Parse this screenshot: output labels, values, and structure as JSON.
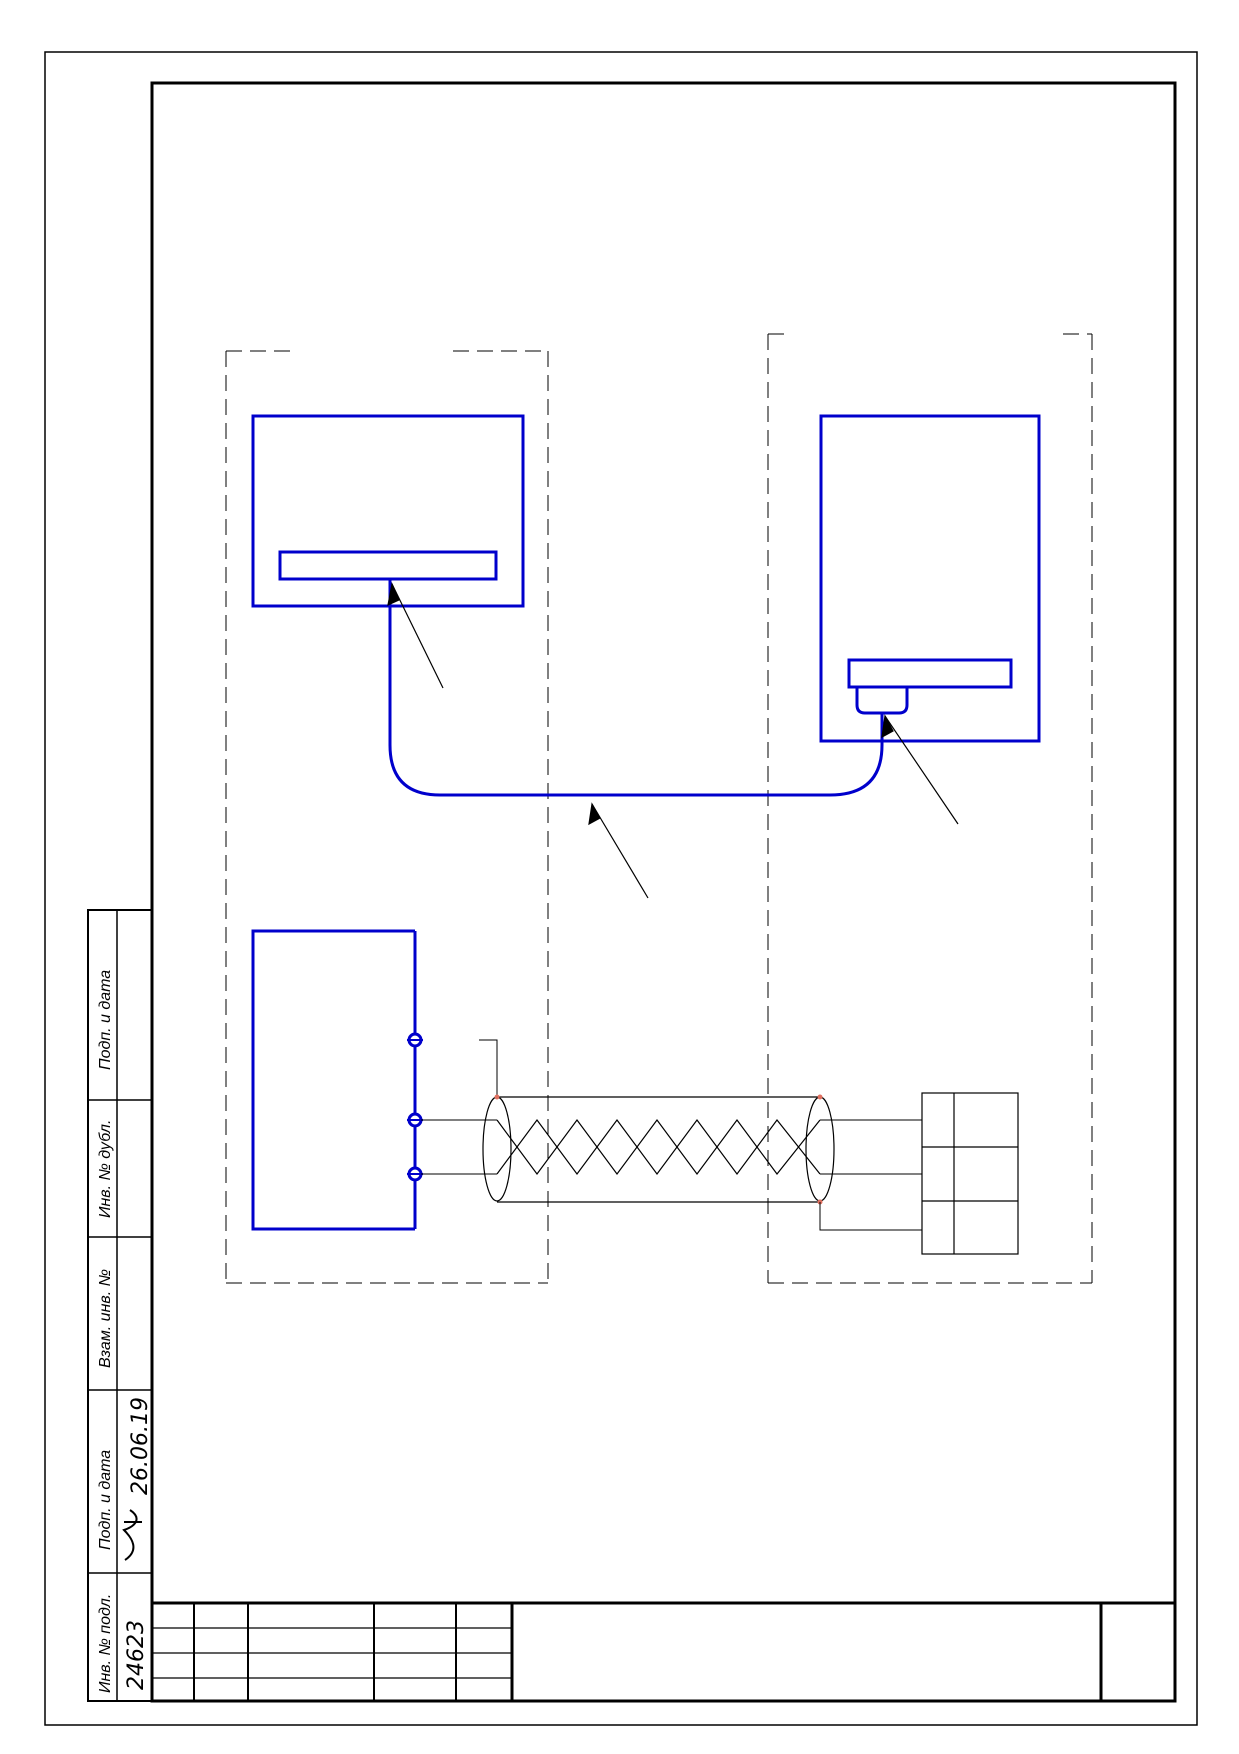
{
  "side_stamp": {
    "podp_i_data_top": "Подп. и дата",
    "inv_no_dubl": "Инв. № дубл.",
    "vzam_inv_no": "Взам. инв. №",
    "podp_i_data_bottom": "Подп. и дата",
    "inv_no_podl": "Инв. № подл.",
    "inv_no_podl_value": "24623",
    "signature_date": "26.06.19"
  },
  "colors": {
    "line": "#000000",
    "component": "#0000cc",
    "shield_dot": "#e07060"
  }
}
